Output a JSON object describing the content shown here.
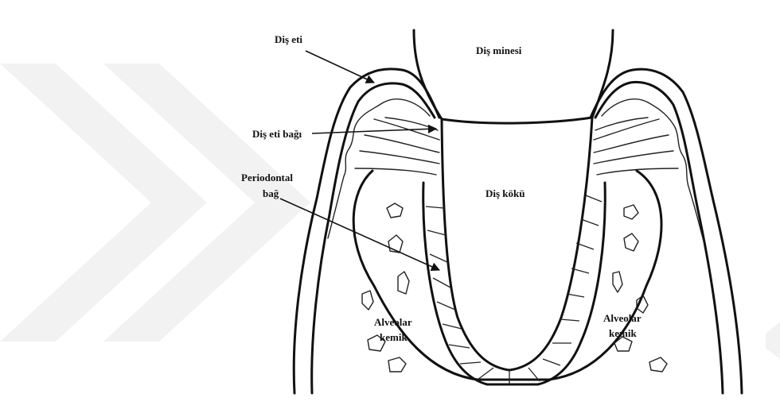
{
  "diagram": {
    "labels": {
      "gingiva": "Diş eti",
      "enamel": "Diş minesi",
      "gingival_ligament": "Diş eti bağı",
      "periodontal_ligament_line1": "Periodontal",
      "periodontal_ligament_line2": "bağ",
      "root": "Diş kökü",
      "bone_left_line1": "Alveolar",
      "bone_left_line2": "kemik",
      "bone_right_line1": "Alveolar",
      "bone_right_line2": "kemik"
    },
    "colors": {
      "ink": "#111111",
      "watermark": "#f2f2f2",
      "background": "#ffffff"
    }
  }
}
